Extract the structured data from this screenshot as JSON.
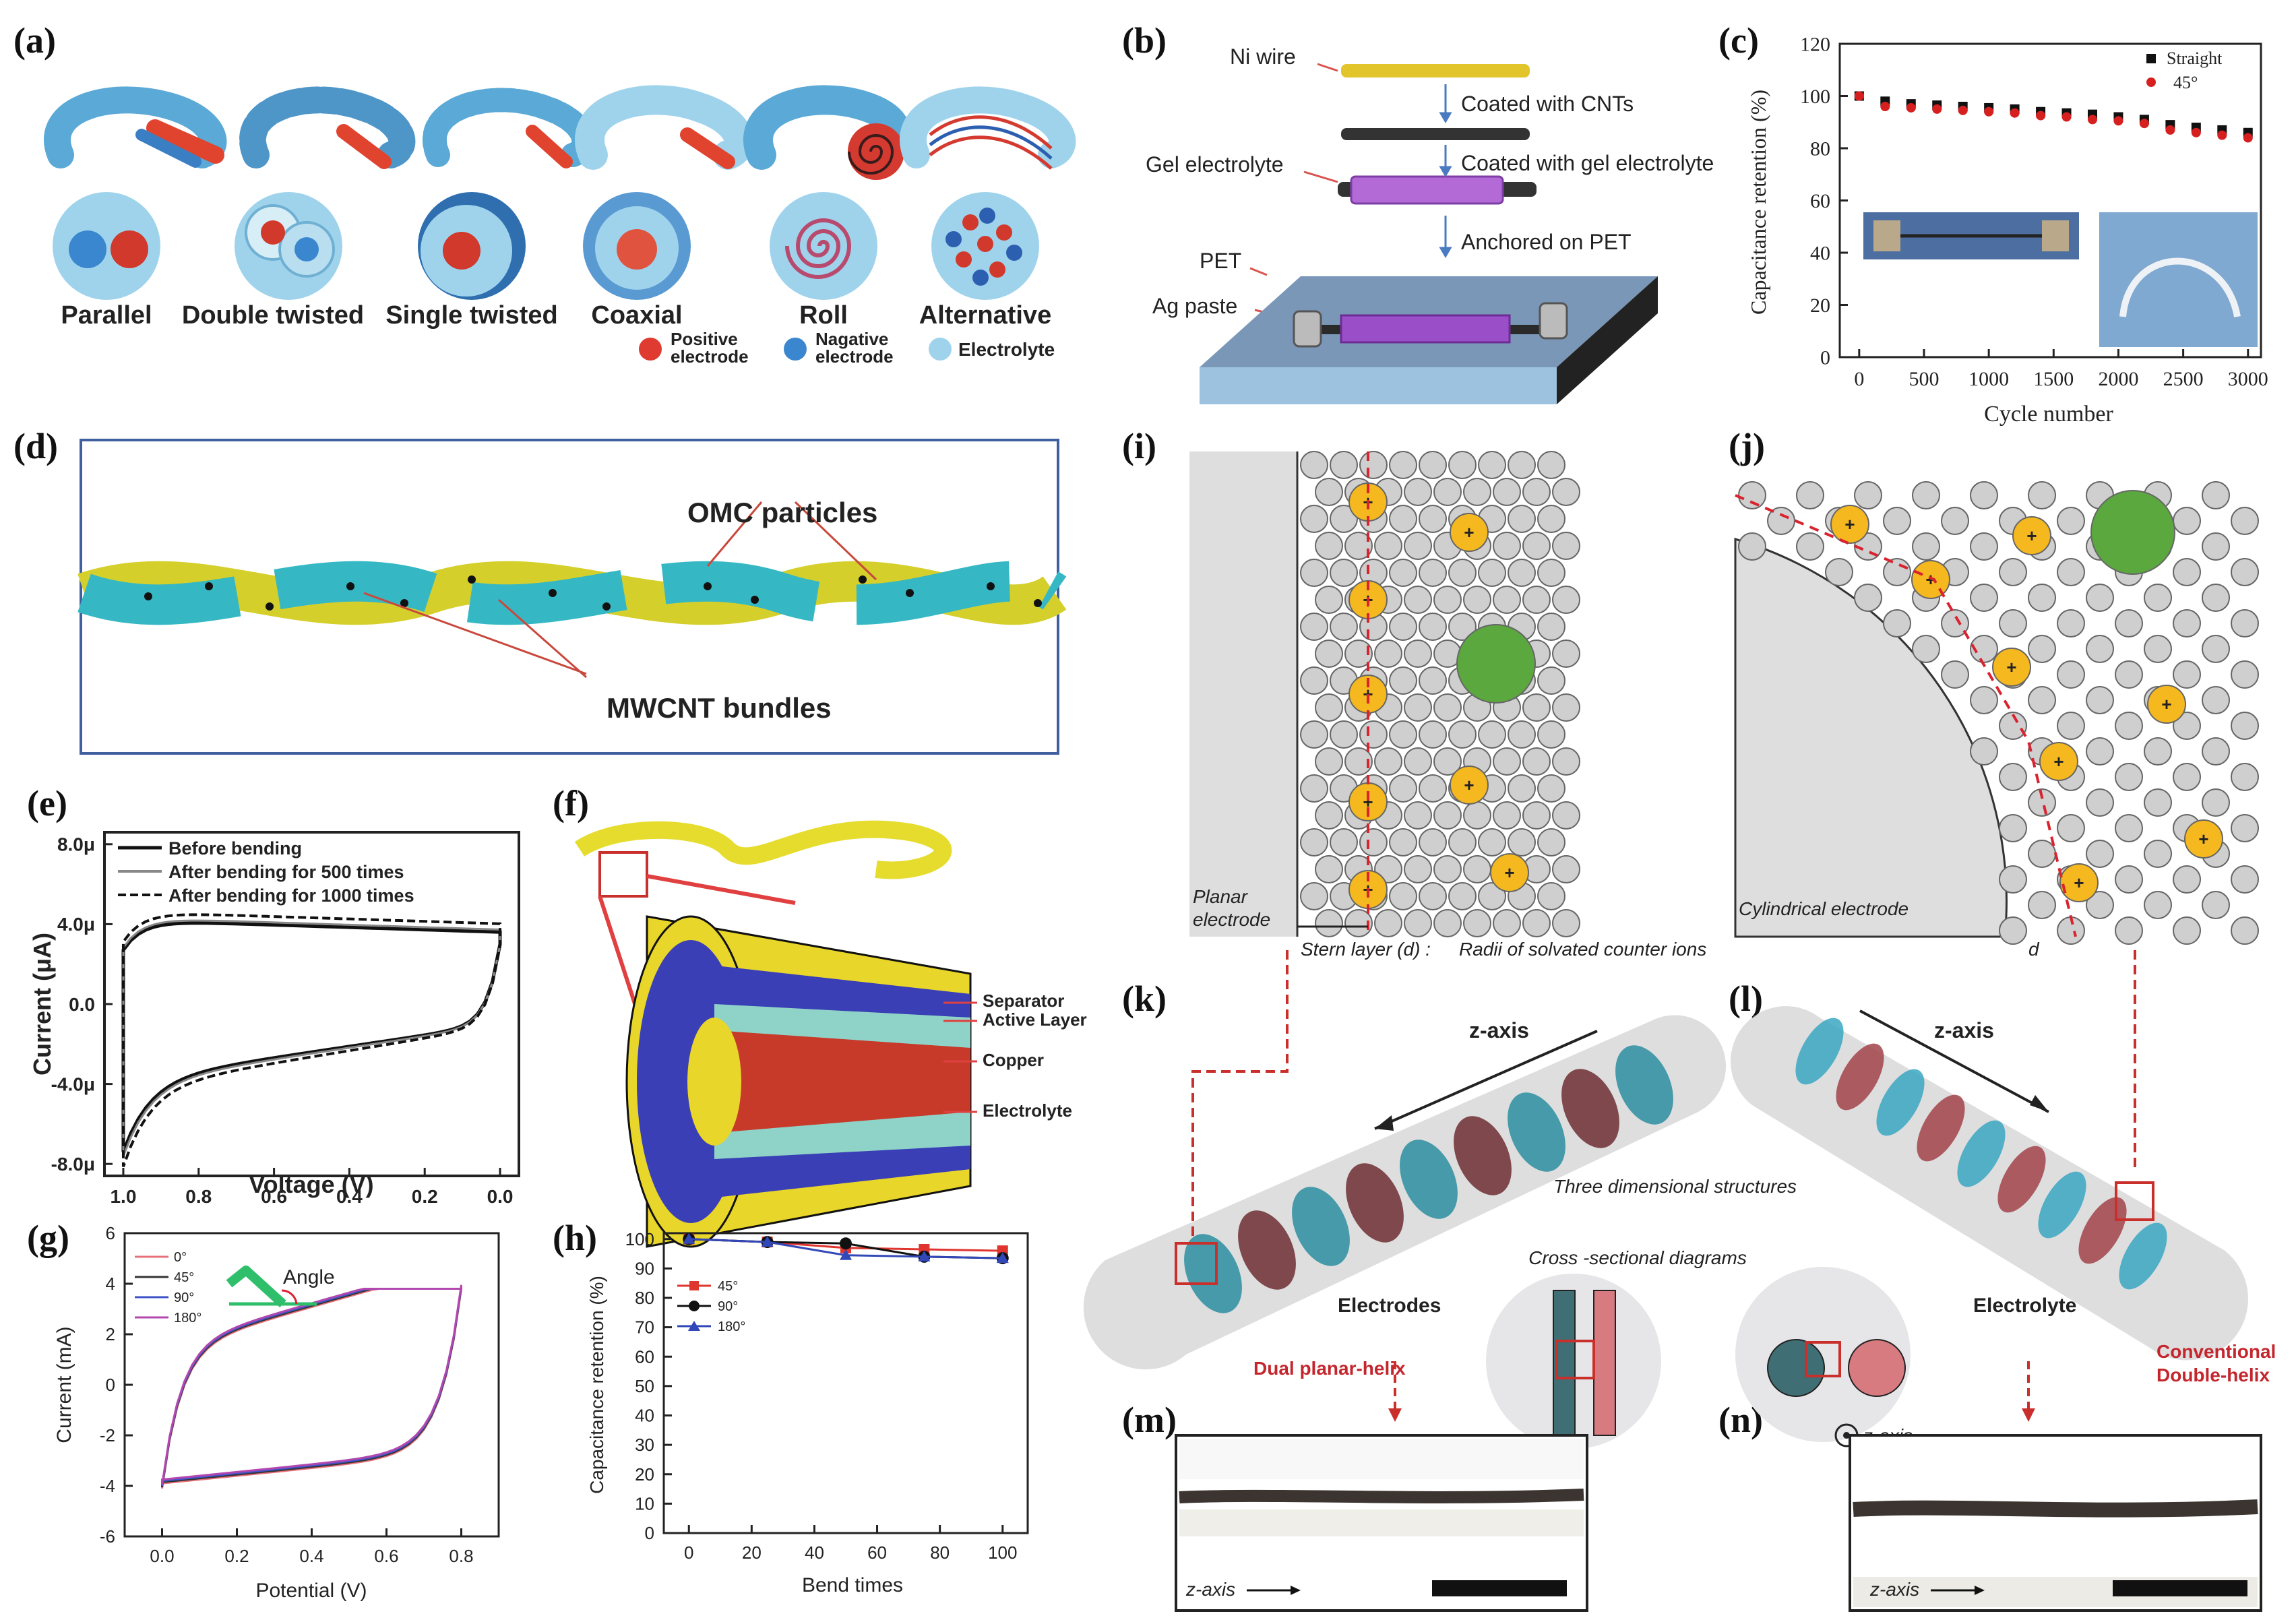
{
  "panel_letters": {
    "a": "(a)",
    "b": "(b)",
    "c": "(c)",
    "d": "(d)",
    "e": "(e)",
    "f": "(f)",
    "g": "(g)",
    "h": "(h)",
    "i": "(i)",
    "j": "(j)",
    "k": "(k)",
    "l": "(l)",
    "m": "(m)",
    "n": "(n)"
  },
  "a": {
    "types": [
      "Parallel",
      "Double twisted",
      "Single twisted",
      "Coaxial",
      "Roll",
      "Alternative"
    ],
    "legend": {
      "positive_1": "Positive",
      "positive_2": "electrode",
      "negative_1": "Nagative",
      "negative_2": "electrode",
      "electrolyte": "Electrolyte"
    }
  },
  "b": {
    "ni_wire": "Ni wire",
    "coated_cnt": "Coated with CNTs",
    "gel_electrolyte": "Gel electrolyte",
    "coated_gel": "Coated with gel electrolyte",
    "anchored": "Anchored on PET",
    "pet": "PET",
    "ag_paste": "Ag paste"
  },
  "d": {
    "omc": "OMC particles",
    "mwcnt": "MWCNT bundles"
  },
  "f": {
    "separator": "Separator",
    "active_layer": "Active Layer",
    "copper": "Copper",
    "electrolyte": "Electrolyte"
  },
  "g": {
    "angle": "Angle"
  },
  "i": {
    "planar_1": "Planar",
    "planar_2": "electrode",
    "stern": "Stern layer (d) :",
    "radii": "Radii of solvated counter ions"
  },
  "j": {
    "cylindrical": "Cylindrical electrode",
    "d": "d"
  },
  "k": {
    "zaxis": "z-axis",
    "three_d": "Three dimensional structures",
    "electrodes": "Electrodes",
    "dual": "Dual planar-helix"
  },
  "l": {
    "zaxis": "z-axis",
    "electrolyte": "Electrolyte",
    "conv_1": "Conventional",
    "conv_2": "Double-helix"
  },
  "cross": {
    "title": "Cross -sectional diagrams",
    "zaxis": "z-axis"
  },
  "m": {
    "zaxis": "z-axis"
  },
  "n": {
    "zaxis": "z-axis"
  },
  "colors": {
    "cyan": "#2fb5c4",
    "yellow": "#d7cc2a",
    "ion": "#f5b81f",
    "green": "#5aa83e",
    "red": "#c4262e",
    "blue": "#2d3db0"
  },
  "chart_data": [
    {
      "id": "c",
      "type": "scatter",
      "xlabel": "Cycle number",
      "ylabel": "Capacitance retention (%)",
      "xlim": [
        -150,
        3100
      ],
      "ylim": [
        0,
        120
      ],
      "xticks": [
        0,
        500,
        1000,
        1500,
        2000,
        2500,
        3000
      ],
      "yticks": [
        0,
        20,
        40,
        60,
        80,
        100,
        120
      ],
      "x": [
        0,
        200,
        400,
        600,
        800,
        1000,
        1200,
        1400,
        1600,
        1800,
        2000,
        2200,
        2400,
        2600,
        2800,
        3000
      ],
      "series": [
        {
          "name": "Straight",
          "values": [
            100,
            98,
            97,
            96.5,
            96,
            95.5,
            95,
            94,
            93.5,
            93,
            92,
            91,
            89,
            88,
            87,
            86
          ]
        },
        {
          "name": "45°",
          "values": [
            100,
            96,
            95.5,
            95,
            94.5,
            94,
            93.5,
            92.5,
            92,
            91,
            90.5,
            89.5,
            87,
            86,
            85,
            84
          ]
        }
      ]
    },
    {
      "id": "e",
      "type": "line",
      "xlabel": "Voltage (V)",
      "ylabel": "Current (μA)",
      "xlim": [
        1.05,
        -0.05
      ],
      "ylim": [
        -8.6,
        8.6
      ],
      "xticks": [
        "1.0",
        "0.8",
        "0.6",
        "0.4",
        "0.2",
        "0.0"
      ],
      "xtick_values": [
        1.0,
        0.8,
        0.6,
        0.4,
        0.2,
        0.0
      ],
      "yticks": [
        "8.0μ",
        "4.0μ",
        "0.0",
        "-4.0μ",
        "-8.0μ"
      ],
      "ytick_values": [
        8,
        4,
        0,
        -4,
        -8
      ],
      "series": [
        {
          "name": "Before bending"
        },
        {
          "name": "After bending for 500 times"
        },
        {
          "name": "After bending for 1000 times"
        }
      ]
    },
    {
      "id": "g",
      "type": "line",
      "xlabel": "Potential (V)",
      "ylabel": "Current (mA)",
      "xlim": [
        -0.1,
        0.9
      ],
      "ylim": [
        -6,
        6
      ],
      "xticks": [
        "0.0",
        "0.2",
        "0.4",
        "0.6",
        "0.8"
      ],
      "xtick_values": [
        0,
        0.2,
        0.4,
        0.6,
        0.8
      ],
      "yticks": [
        "6",
        "4",
        "2",
        "0",
        "-2",
        "-4",
        "-6"
      ],
      "ytick_values": [
        6,
        4,
        2,
        0,
        -2,
        -4,
        -6
      ],
      "series": [
        {
          "name": "0°"
        },
        {
          "name": "45°"
        },
        {
          "name": "90°"
        },
        {
          "name": "180°"
        }
      ]
    },
    {
      "id": "h",
      "type": "line",
      "xlabel": "Bend times",
      "ylabel": "Capacitance retention (%)",
      "xlim": [
        -8,
        108
      ],
      "ylim": [
        0,
        102
      ],
      "xticks": [
        0,
        20,
        40,
        60,
        80,
        100
      ],
      "yticks": [
        0,
        10,
        20,
        30,
        40,
        50,
        60,
        70,
        80,
        90,
        100
      ],
      "x": [
        0,
        25,
        50,
        75,
        100
      ],
      "series": [
        {
          "name": "45°",
          "values": [
            100,
            99,
            97,
            96.5,
            96
          ]
        },
        {
          "name": "90°",
          "values": [
            100,
            99,
            98.5,
            94,
            93.5
          ]
        },
        {
          "name": "180°",
          "values": [
            100,
            99,
            94.5,
            94,
            93.5
          ]
        }
      ]
    }
  ]
}
